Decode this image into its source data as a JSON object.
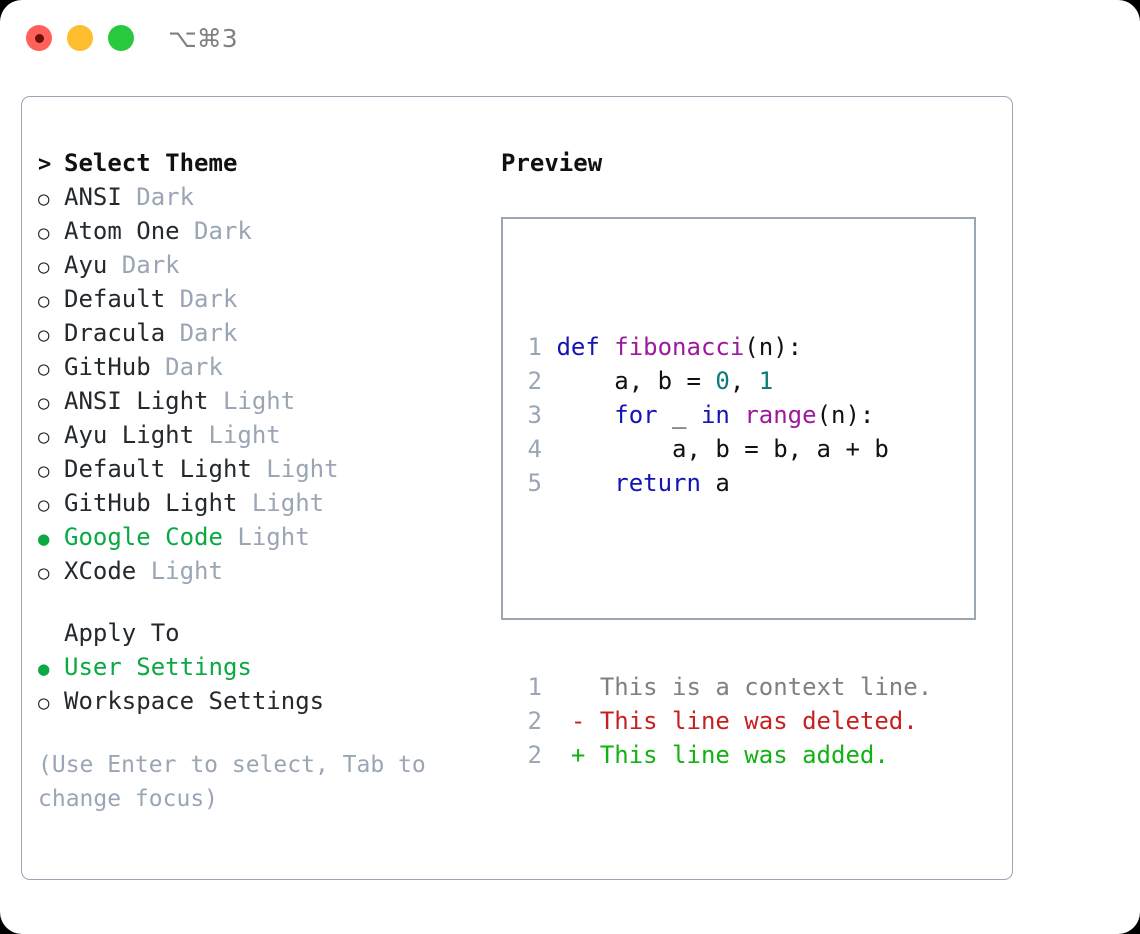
{
  "window": {
    "title": "⌥⌘3",
    "traffic_lights": [
      "close-red",
      "minimize-yellow",
      "maximize-green"
    ]
  },
  "colors": {
    "accent_green": "#0aa943",
    "muted_gray": "#9aa5b5",
    "border": "#9ba6b5",
    "keyword": "#1414b4",
    "function": "#9c189c",
    "number": "#0b7b7b",
    "diff_context": "#808080",
    "diff_deleted": "#c62121",
    "diff_added": "#11b211"
  },
  "theme_picker": {
    "heading": "Select Theme",
    "heading_marker": ">",
    "items": [
      {
        "marker": "○",
        "label": "ANSI",
        "tag": "Dark",
        "selected": false
      },
      {
        "marker": "○",
        "label": "Atom One",
        "tag": "Dark",
        "selected": false
      },
      {
        "marker": "○",
        "label": "Ayu",
        "tag": "Dark",
        "selected": false
      },
      {
        "marker": "○",
        "label": "Default",
        "tag": "Dark",
        "selected": false
      },
      {
        "marker": "○",
        "label": "Dracula",
        "tag": "Dark",
        "selected": false
      },
      {
        "marker": "○",
        "label": "GitHub",
        "tag": "Dark",
        "selected": false
      },
      {
        "marker": "○",
        "label": "ANSI Light",
        "tag": "Light",
        "selected": false
      },
      {
        "marker": "○",
        "label": "Ayu Light",
        "tag": "Light",
        "selected": false
      },
      {
        "marker": "○",
        "label": "Default Light",
        "tag": "Light",
        "selected": false
      },
      {
        "marker": "○",
        "label": "GitHub Light",
        "tag": "Light",
        "selected": false
      },
      {
        "marker": "●",
        "label": "Google Code",
        "tag": "Light",
        "selected": true
      },
      {
        "marker": "○",
        "label": "XCode",
        "tag": "Light",
        "selected": false
      }
    ]
  },
  "apply_to": {
    "heading": "Apply To",
    "items": [
      {
        "marker": "●",
        "label": "User Settings",
        "selected": true
      },
      {
        "marker": "○",
        "label": "Workspace Settings",
        "selected": false
      }
    ]
  },
  "hint": "(Use Enter to select, Tab to change focus)",
  "preview": {
    "title": "Preview",
    "code_lines": [
      {
        "num": "1",
        "tokens": [
          {
            "t": "def ",
            "c": "kw"
          },
          {
            "t": "fibonacci",
            "c": "fn"
          },
          {
            "t": "(n):",
            "c": "plain"
          }
        ]
      },
      {
        "num": "2",
        "tokens": [
          {
            "t": "    a, b = ",
            "c": "plain"
          },
          {
            "t": "0",
            "c": "num"
          },
          {
            "t": ", ",
            "c": "plain"
          },
          {
            "t": "1",
            "c": "num"
          }
        ]
      },
      {
        "num": "3",
        "tokens": [
          {
            "t": "    ",
            "c": "plain"
          },
          {
            "t": "for",
            "c": "kw"
          },
          {
            "t": " _ ",
            "c": "plain"
          },
          {
            "t": "in",
            "c": "kw"
          },
          {
            "t": " ",
            "c": "plain"
          },
          {
            "t": "range",
            "c": "fn"
          },
          {
            "t": "(n):",
            "c": "plain"
          }
        ]
      },
      {
        "num": "4",
        "tokens": [
          {
            "t": "        a, b = b, a + b",
            "c": "plain"
          }
        ]
      },
      {
        "num": "5",
        "tokens": [
          {
            "t": "    ",
            "c": "plain"
          },
          {
            "t": "return",
            "c": "kw"
          },
          {
            "t": " a",
            "c": "plain"
          }
        ]
      }
    ],
    "diff_lines": [
      {
        "num": "1",
        "sign": " ",
        "text": "This is a context line.",
        "kind": "ctx"
      },
      {
        "num": "2",
        "sign": "-",
        "text": "This line was deleted.",
        "kind": "del"
      },
      {
        "num": "2",
        "sign": "+",
        "text": "This line was added.",
        "kind": "add"
      }
    ]
  }
}
